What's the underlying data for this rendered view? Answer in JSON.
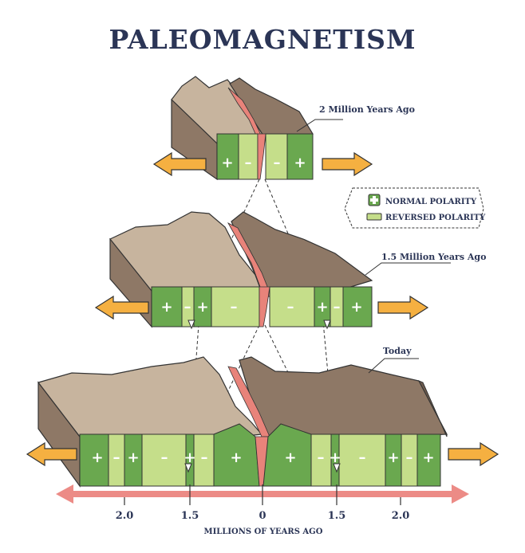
{
  "title": "PALEOMAGNETISM",
  "stages": [
    {
      "label": "2 Million Years Ago",
      "left_marks": [
        "+",
        "–"
      ],
      "right_marks": [
        "–",
        "+"
      ]
    },
    {
      "label": "1.5 Million Years Ago",
      "left_marks": [
        "+",
        "–",
        "+",
        "–"
      ],
      "right_marks": [
        "–",
        "+",
        "–",
        "+"
      ]
    },
    {
      "label": "Today",
      "left_marks": [
        "+",
        "–",
        "+",
        "–",
        "+",
        "–",
        "+"
      ],
      "right_marks": [
        "+",
        "–",
        "+",
        "–",
        "+",
        "–",
        "+"
      ]
    }
  ],
  "legend": {
    "normal": "NORMAL POLARITY",
    "reversed": "REVERSED POLARITY"
  },
  "axis": {
    "ticks": [
      "2.0",
      "1.5",
      "0",
      "1.5",
      "2.0"
    ],
    "label": "MILLIONS OF YEARS AGO"
  },
  "colors": {
    "normal": "#6aa84f",
    "reversed": "#c5de8a",
    "rock_light": "#c7b49e",
    "rock_dark": "#8e7866",
    "magma": "#e8837a",
    "arrow": "#f5b041",
    "axis_arrow": "#ec8b86",
    "ink": "#2b3556"
  }
}
